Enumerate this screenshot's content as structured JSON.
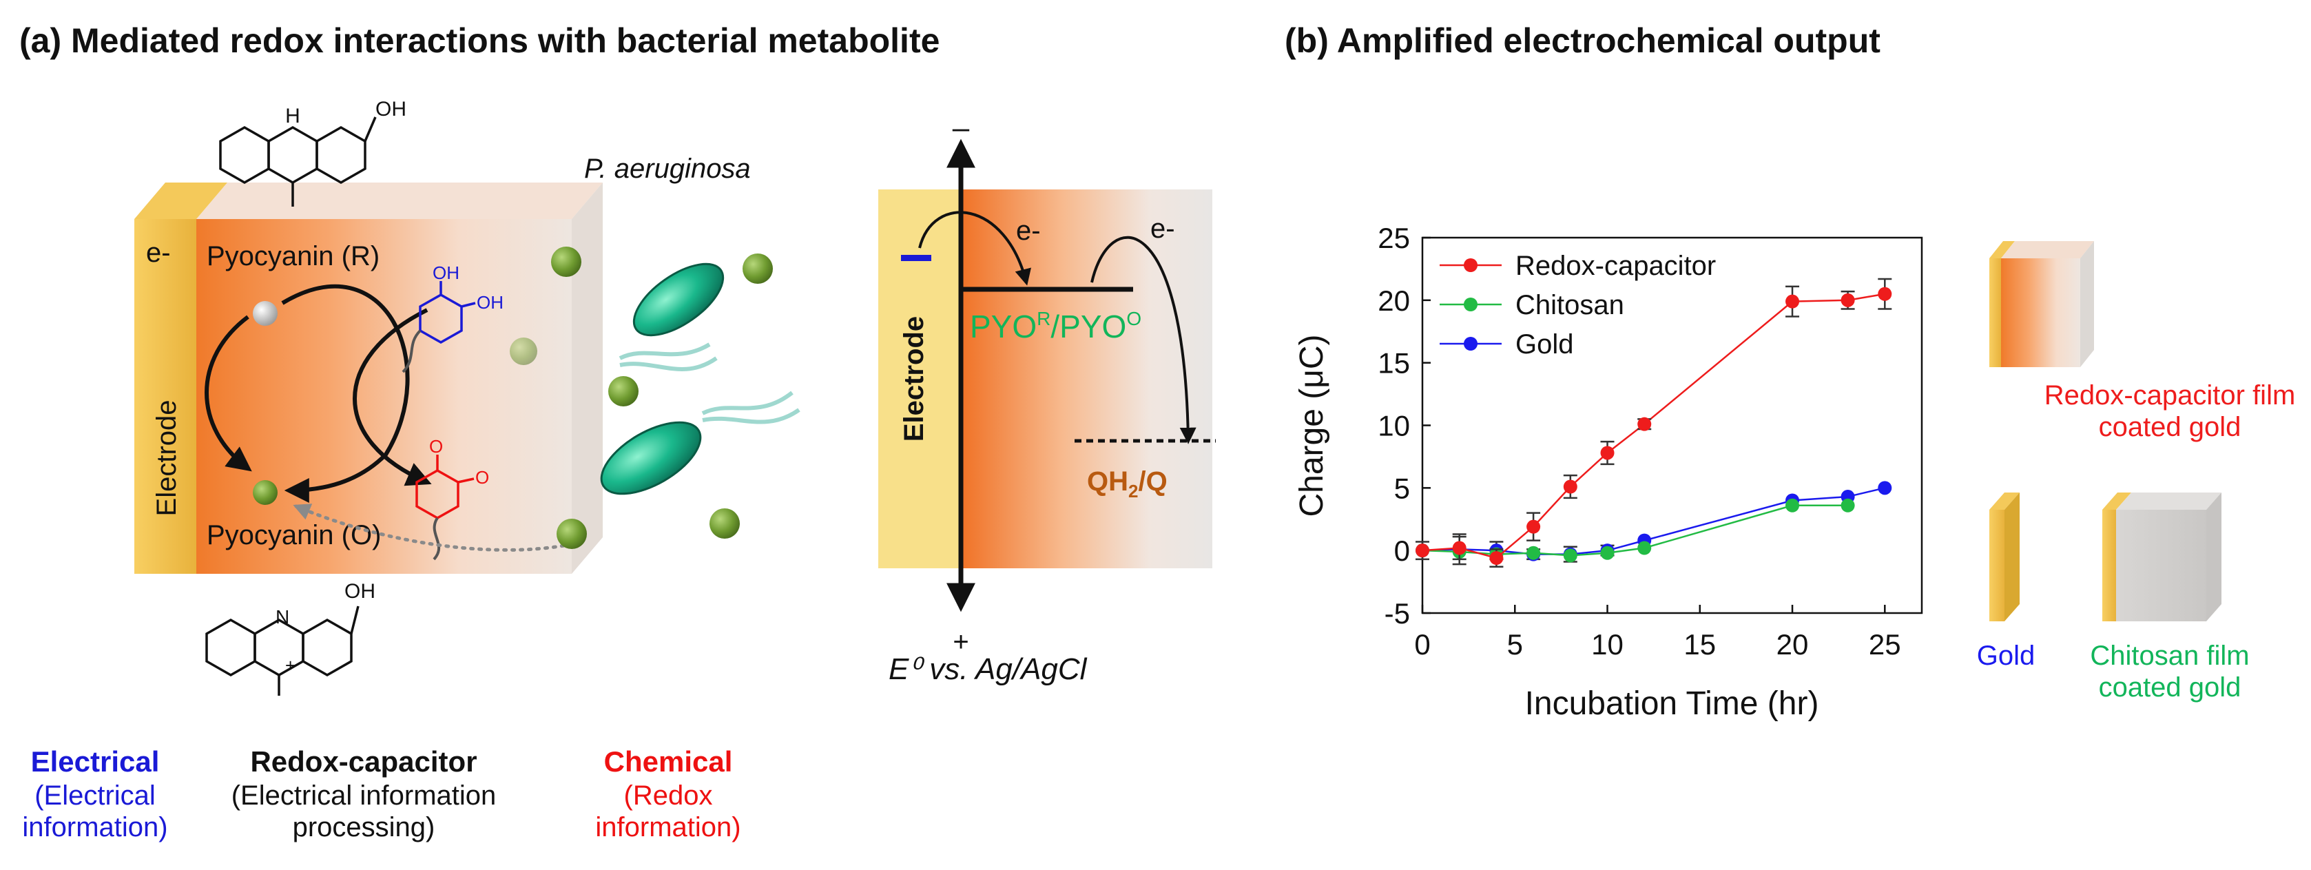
{
  "panel_a": {
    "title": "(a) Mediated redox interactions with bacterial metabolite",
    "organism": "P. aeruginosa",
    "electron": "e-",
    "electrode": "Electrode",
    "pyocyanin_reduced": "Pyocyanin (R)",
    "pyocyanin_oxidized": "Pyocyanin (O)",
    "struct_H": "H",
    "struct_N": "N",
    "struct_OH": "OH",
    "struct_O": "O",
    "struct_plus": "+",
    "categories": [
      {
        "title": "Electrical",
        "lines": [
          "(Electrical",
          "information)"
        ],
        "color": "#1a1ad6"
      },
      {
        "title": "Redox-capacitor",
        "lines": [
          "(Electrical information",
          "processing)"
        ],
        "color": "#111111"
      },
      {
        "title": "Chemical",
        "lines": [
          "(Redox",
          "information)"
        ],
        "color": "#ee1111"
      }
    ]
  },
  "energy": {
    "minus": "–",
    "plus": "+",
    "electrode": "Electrode",
    "electron": "e-",
    "pyo_pyo": "PYO",
    "pyo_r": "R",
    "pyo_slash": "/PYO",
    "pyo_o": "O",
    "qh_main": "QH",
    "qh_sub": "2",
    "qh_tail": "/Q",
    "axis_label": "E⁰ vs. Ag/AgCl",
    "pyo_color": "#12b55a",
    "qh_color": "#b85a10",
    "electrode_mark_color": "#1a1ad6"
  },
  "panel_b": {
    "title": "(b) Amplified electrochemical output",
    "chart_data": {
      "type": "line",
      "xlabel": "Incubation Time (hr)",
      "ylabel": "Charge (μC)",
      "xlim": [
        0,
        27
      ],
      "ylim": [
        -5,
        25
      ],
      "xticks": [
        0,
        5,
        10,
        15,
        20,
        25
      ],
      "yticks": [
        -5,
        0,
        5,
        10,
        15,
        20,
        25
      ],
      "grid": false,
      "legend_position": "top-left",
      "series": [
        {
          "name": "Redox-capacitor",
          "color": "#ee1c1c",
          "x": [
            0,
            2,
            4,
            6,
            8,
            10,
            12,
            20,
            23,
            25
          ],
          "y": [
            0,
            0.2,
            -0.6,
            1.9,
            5.1,
            7.8,
            10.1,
            19.9,
            20.0,
            20.5
          ],
          "err": [
            0.7,
            0.9,
            0.7,
            1.1,
            0.9,
            0.9,
            0.4,
            1.2,
            0.7,
            1.2
          ]
        },
        {
          "name": "Chitosan",
          "color": "#22bb44",
          "x": [
            0,
            2,
            4,
            6,
            8,
            10,
            12,
            20,
            23
          ],
          "y": [
            0,
            -0.1,
            -0.3,
            -0.2,
            -0.4,
            -0.2,
            0.2,
            3.6,
            3.6
          ],
          "err": [
            0,
            0,
            0,
            0,
            0,
            0,
            0,
            0,
            0
          ]
        },
        {
          "name": "Gold",
          "color": "#1a1aee",
          "x": [
            0,
            2,
            4,
            6,
            8,
            10,
            12,
            20,
            23,
            25
          ],
          "y": [
            0,
            0.1,
            0,
            -0.3,
            -0.3,
            0,
            0.8,
            4.0,
            4.3,
            5.0
          ],
          "err": [
            0,
            1.2,
            0.7,
            0.4,
            0.6,
            0.4,
            0,
            0,
            0,
            0
          ]
        }
      ]
    },
    "electrode_labels": {
      "redox_film": [
        "Redox-capacitor film",
        "coated gold"
      ],
      "gold": "Gold",
      "chitosan_film": [
        "Chitosan film",
        "coated gold"
      ],
      "colors": {
        "redox_film": "#ee1c1c",
        "gold": "#1a1aee",
        "chitosan_film": "#12b55a"
      }
    }
  }
}
